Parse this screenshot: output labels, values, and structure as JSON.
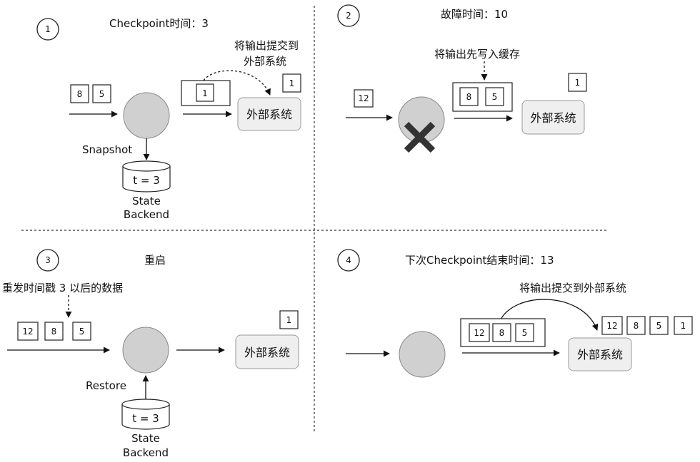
{
  "panels": {
    "p1": {
      "step": "1",
      "title": "Checkpoint时间：3",
      "input_records": [
        "8",
        "5"
      ],
      "buffer_records": [
        "1"
      ],
      "commit_label_line1": "将输出提交到",
      "commit_label_line2": "外部系统",
      "external_records": [
        "1"
      ],
      "external_system": "外部系统",
      "snapshot_label": "Snapshot",
      "db_value": "t = 3",
      "backend_line1": "State",
      "backend_line2": "Backend"
    },
    "p2": {
      "step": "2",
      "title": "故障时间：10",
      "input_records": [
        "12"
      ],
      "cache_label": "将输出先写入缓存",
      "buffer_records": [
        "8",
        "5"
      ],
      "external_records": [
        "1"
      ],
      "external_system": "外部系统"
    },
    "p3": {
      "step": "3",
      "title": "重启",
      "replay_label": "重发时间戳 3 以后的数据",
      "input_records": [
        "12",
        "8",
        "5"
      ],
      "external_records": [
        "1"
      ],
      "external_system": "外部系统",
      "restore_label": "Restore",
      "db_value": "t = 3",
      "backend_line1": "State",
      "backend_line2": "Backend"
    },
    "p4": {
      "step": "4",
      "title": "下次Checkpoint结束时间：13",
      "commit_label": "将输出提交到外部系统",
      "buffer_records": [
        "12",
        "8",
        "5"
      ],
      "external_records": [
        "12",
        "8",
        "5",
        "1"
      ],
      "external_system": "外部系统"
    }
  },
  "colors": {
    "operator_fill": "#d0d0d0",
    "external_fill": "#efefef",
    "stroke": "#222222",
    "failure_mark": "#333333"
  }
}
